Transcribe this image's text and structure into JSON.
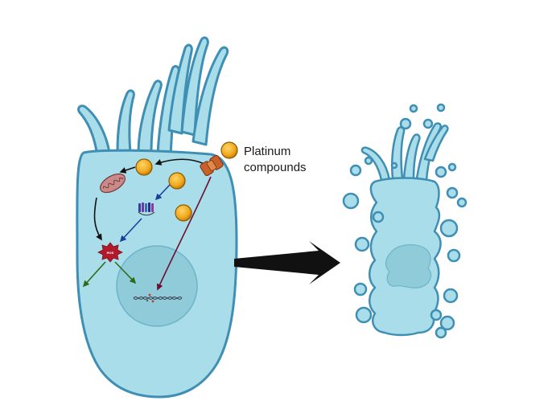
{
  "labels": {
    "platinum_line1": "Platinum",
    "platinum_line2": "compounds",
    "ros": "ROS"
  },
  "colors": {
    "cell_fill": "#a9dde9",
    "cell_stroke": "#3f8fb4",
    "nucleus_fill": "#8fcbd9",
    "nucleus_stroke": "#6cb4c8",
    "platinum_ball": "#f0a81c",
    "arrow_black": "#111111",
    "arrow_blue": "#1d3f9c",
    "arrow_green": "#2e6b1a",
    "arrow_maroon": "#6b1030",
    "channel": "#c9612a",
    "ros_star": "#b21a2c"
  }
}
